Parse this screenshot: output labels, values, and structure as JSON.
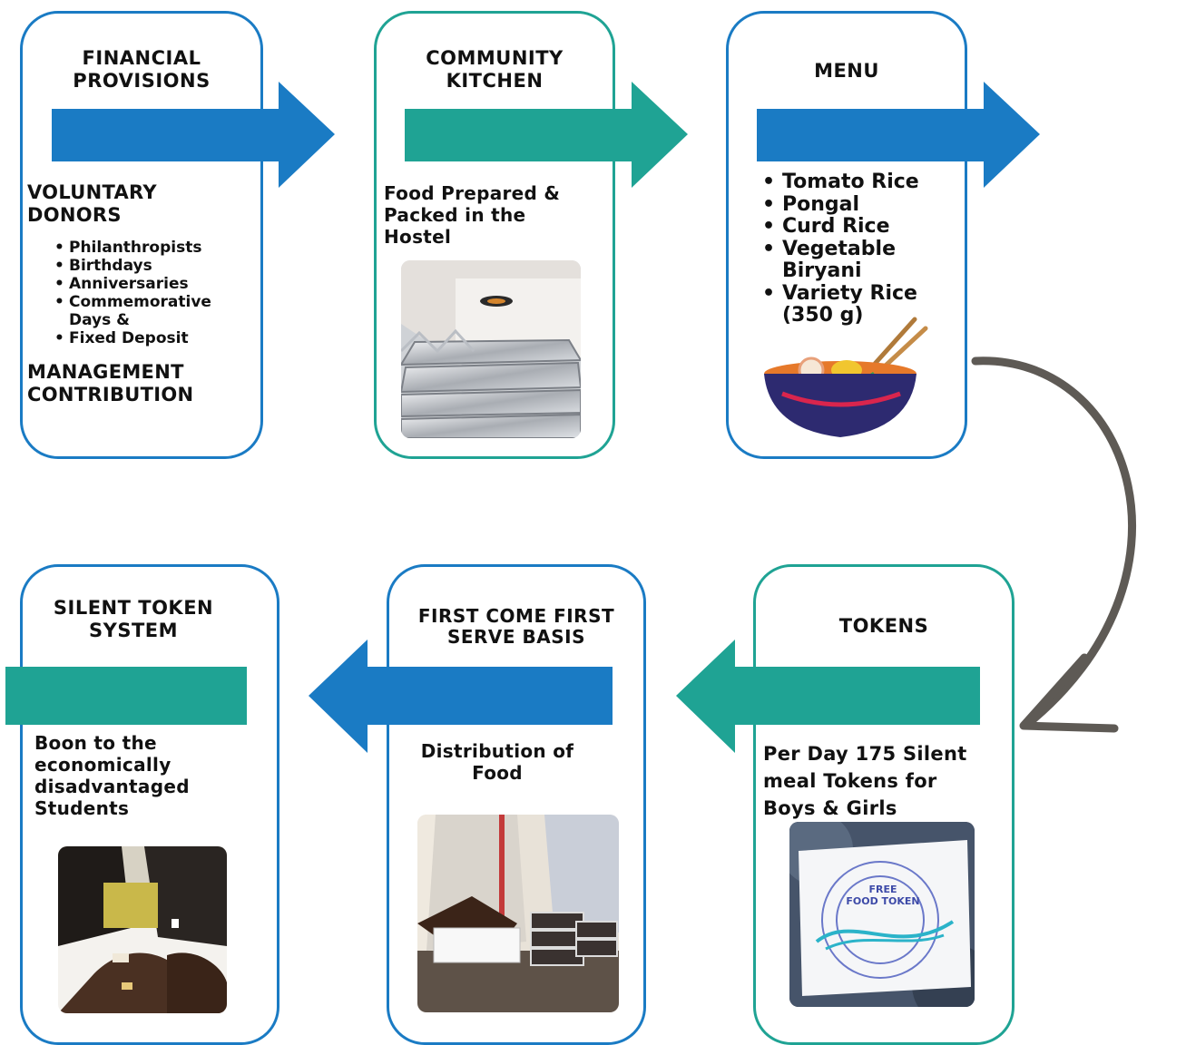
{
  "colors": {
    "blue": "#1a7bc4",
    "teal": "#1fa394",
    "curve": "#5e5a55"
  },
  "cards": {
    "financial": {
      "title_lines": [
        "FINANCIAL",
        "PROVISIONS"
      ],
      "donors_lines": [
        "VOLUNTARY",
        "DONORS"
      ],
      "donor_items": [
        "Philanthropists",
        "Birthdays",
        "Anniversaries",
        "Commemorative Days &",
        "Fixed Deposit"
      ],
      "management_lines": [
        "MANAGEMENT",
        "CONTRIBUTION"
      ]
    },
    "kitchen": {
      "title_lines": [
        "COMMUNITY",
        "KITCHEN"
      ],
      "text_lines": [
        "Food Prepared &",
        "Packed in the",
        "Hostel"
      ],
      "photo_icon": "stacked-food-containers-photo"
    },
    "menu": {
      "title": "MENU",
      "items": [
        "Tomato Rice",
        "Pongal",
        "Curd Rice",
        "Vegetable Biryani",
        "Variety Rice (350 g)"
      ],
      "image_icon": "noodle-bowl-icon"
    },
    "tokens": {
      "title": "TOKENS",
      "text_lines": [
        "Per Day 175 Silent",
        "meal Tokens for",
        "Boys & Girls"
      ],
      "token_stamp_lines": [
        "FREE",
        "FOOD TOKEN"
      ]
    },
    "first_come": {
      "title_lines": [
        "FIRST COME FIRST",
        "SERVE BASIS"
      ],
      "text_lines": [
        "Distribution of",
        "Food"
      ],
      "photo_icon": "food-distribution-photo"
    },
    "silent": {
      "title_lines": [
        "SILENT TOKEN",
        "SYSTEM"
      ],
      "text_lines": [
        "Boon to the",
        "economically",
        "disadvantaged",
        "Students"
      ],
      "photo_icon": "students-eating-photo"
    }
  }
}
